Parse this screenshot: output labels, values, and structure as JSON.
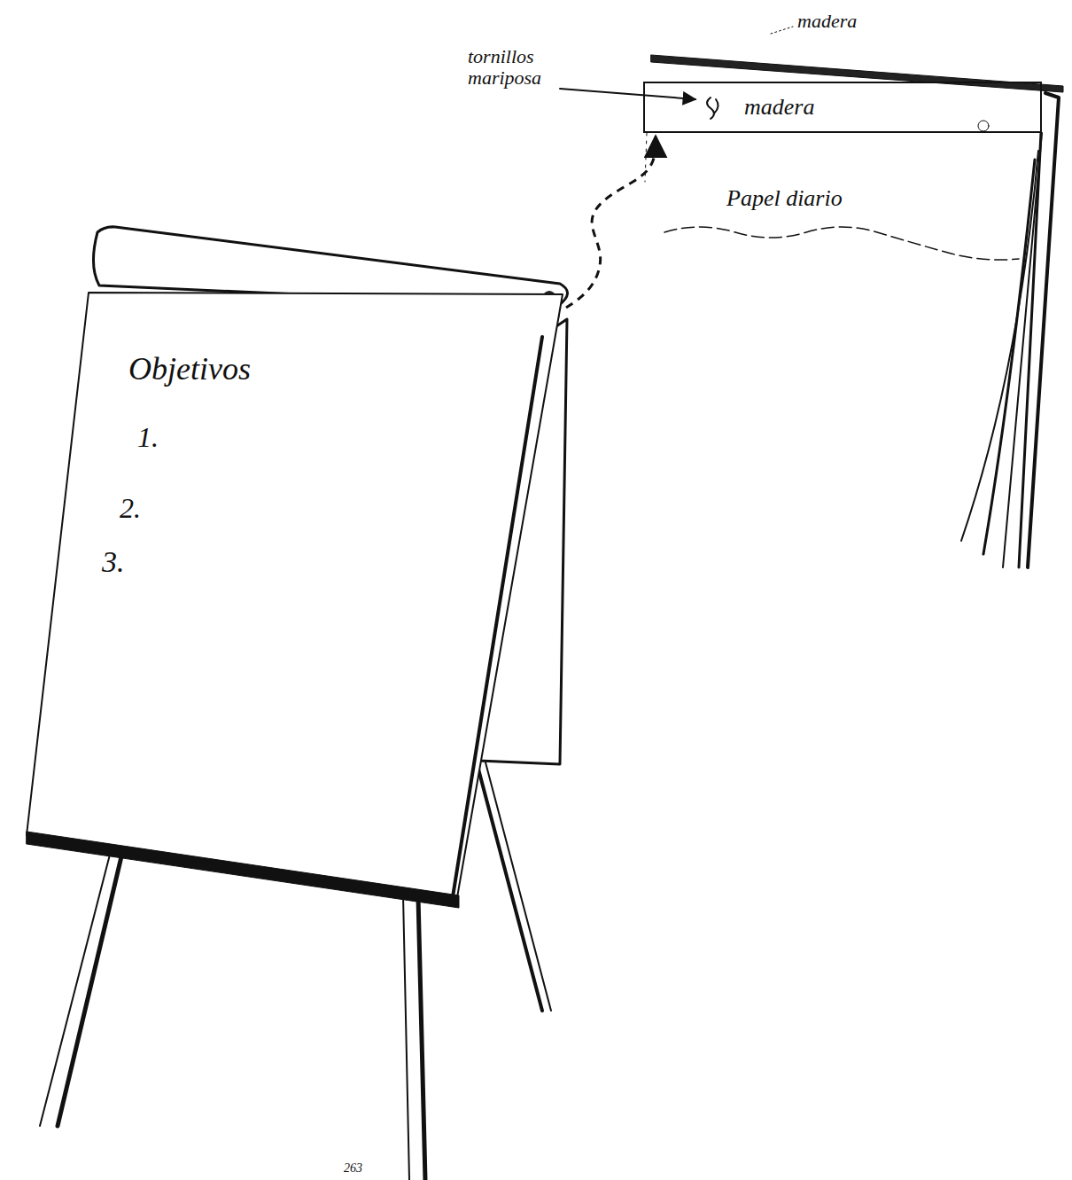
{
  "diagram": {
    "nodes": [
      {
        "text": [
          "Objetivos",
          "1.",
          "2.",
          "3."
        ]
      },
      {
        "text": [
          "madera"
        ]
      }
    ],
    "edges": [
      {
        "from": 0,
        "to": 1,
        "arrow": "to"
      }
    ],
    "labels": [
      "tornillos mariposa",
      "madera",
      "Papel diario",
      "263"
    ]
  }
}
